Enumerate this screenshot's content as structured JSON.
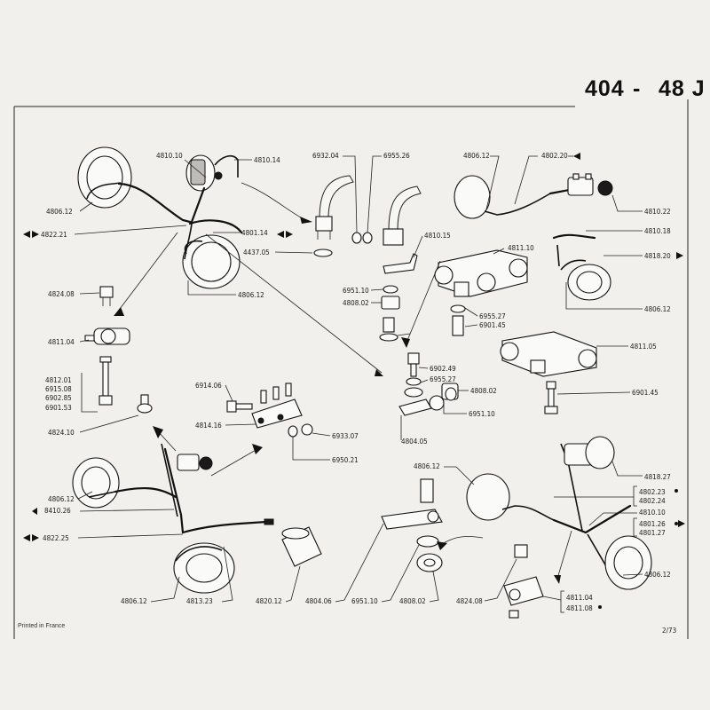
{
  "header": {
    "model": "404",
    "dash": "-",
    "plate": "48 J"
  },
  "footer": {
    "printed": "Printed in France",
    "page": "2/73"
  },
  "labels": {
    "p481010a": "4810.10",
    "p481014": "4810.14",
    "p480612a": "4806.12",
    "p482221": "4822.21",
    "p480114": "4801.14",
    "p443705": "4437.05",
    "p480612b": "4806.12",
    "p482408a": "4824.08",
    "p481104a": "4811.04",
    "p481201": "4812.01",
    "p691508": "6915.08",
    "p690285": "6902.85",
    "p690153": "6901.53",
    "p482410": "4824.10",
    "p693204": "6932.04",
    "p695526a": "6955.26",
    "p481015": "4810.15",
    "p695110a": "6951.10",
    "p480802a": "4808.02",
    "p480612c": "4806.12",
    "p480220": "4802.20",
    "p481110": "4811.10",
    "p481022": "4810.22",
    "p481018": "4810.18",
    "p481820": "4818.20",
    "p480612d": "4806.12",
    "p695527a": "6955.27",
    "p690145a": "6901.45",
    "p481105": "4811.05",
    "p690249": "6902.49",
    "p695527b": "6955.27",
    "p480802b": "4808.02",
    "p695110b": "6951.10",
    "p480405": "4804.05",
    "p690145b": "6901.45",
    "p691406": "6914.06",
    "p481416": "4814.16",
    "p693307": "6933.07",
    "p695021": "6950.21",
    "p480612e": "4806.12",
    "p481827": "4818.27",
    "p480223": "4802.23",
    "p480224": "4802.24",
    "p481010b": "4810.10",
    "p480126": "4801.26",
    "p480127": "4801.27",
    "p480612f": "4806.12",
    "p841026": "8410.26",
    "p482225": "4822.25",
    "p480612g": "4806.12",
    "p481323": "4813.23",
    "p482012": "4820.12",
    "p480406": "4804.06",
    "p695110c": "6951.10",
    "p480802c": "4808.02",
    "p482408b": "4824.08",
    "p481104b": "4811.04",
    "p481108": "4811.08"
  }
}
